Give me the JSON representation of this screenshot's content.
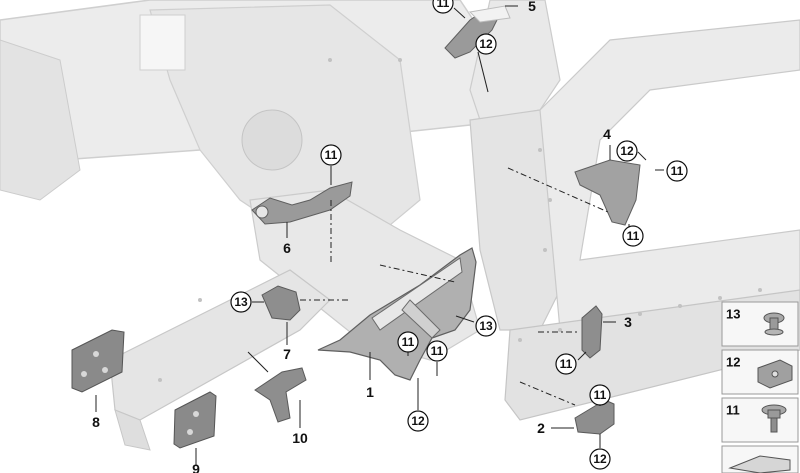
{
  "callouts": {
    "c11_top": "11",
    "c12_top": "12",
    "c11_6": "11",
    "c11_4a": "11",
    "c12_4": "12",
    "c11_4b": "11",
    "c13_7": "13",
    "c13_1": "13",
    "c11_1a": "11",
    "c11_1b": "11",
    "c12_1": "12",
    "c11_3": "11",
    "c11_2": "11",
    "c12_2": "12"
  },
  "parts": {
    "p1": "1",
    "p2": "2",
    "p3": "3",
    "p4": "4",
    "p5": "5",
    "p6": "6",
    "p7": "7",
    "p8": "8",
    "p9": "9",
    "p10": "10"
  },
  "legend": {
    "items": [
      "13",
      "12",
      "11"
    ]
  },
  "colors": {
    "body": "#ececec",
    "body_edge": "#c9c9c9",
    "part": "#8d8d8d",
    "part_dark": "#5f5f5f",
    "legend_box": "#f7f7f7"
  }
}
